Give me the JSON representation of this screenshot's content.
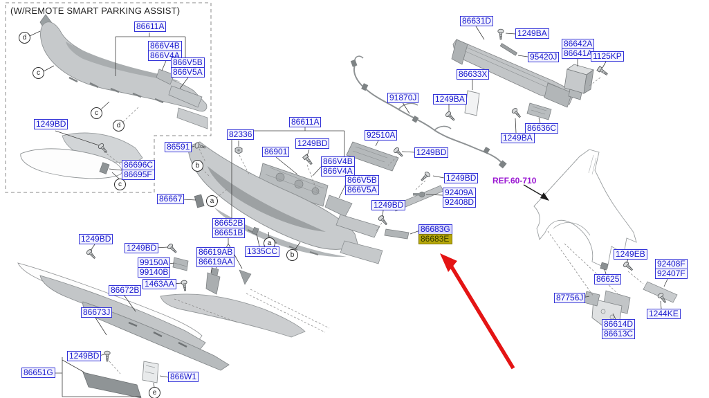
{
  "title": "(W/REMOTE SMART PARKING ASSIST)",
  "ref": {
    "label": "REF.60-710"
  },
  "highlighted_part": "86683E",
  "colors": {
    "label_blue": "#1a1acd",
    "label_fill": "#f4f4fe",
    "highlight_bg": "#b6a70b",
    "ref_purple": "#9a16d2",
    "arrow_red": "#e41414"
  },
  "labels": {
    "inset86611A": "86611A",
    "insetV4B": "866V4B",
    "insetV4A": "866V4A",
    "insetV5B": "866V5B",
    "insetV5A": "866V5A",
    "bd1": "1249BD",
    "c86696C": "86696C",
    "c86695F": "86695F",
    "m86591": "86591",
    "m82336": "82336",
    "m86667": "86667",
    "m86611A": "86611A",
    "bd2": "1249BD",
    "m86901": "86901",
    "m92510A": "92510A",
    "bd3": "1249BD",
    "v4B": "866V4B",
    "v4A": "866V4A",
    "v5B": "866V5B",
    "v5A": "866V5A",
    "bd4": "1249BD",
    "bd5": "1249BD",
    "m92409A": "92409A",
    "m92408D": "92408D",
    "m86683G": "86683G",
    "m86683E": "86683E",
    "m86652B": "86652B",
    "m86651B": "86651B",
    "m1335CC": "1335CC",
    "m86619AB": "86619AB",
    "m86619AA": "86619AA",
    "bd6": "1249BD",
    "bd7": "1249BD",
    "m99150A": "99150A",
    "m99140B": "99140B",
    "m1463AA": "1463AA",
    "m86672B": "86672B",
    "m86673J": "86673J",
    "bd8": "1249BD",
    "m86651G": "86651G",
    "m866W1": "866W1",
    "m86631D": "86631D",
    "ba1": "1249BA",
    "m95420J": "95420J",
    "m86642A": "86642A",
    "m86641A": "86641A",
    "m1125KP": "1125KP",
    "m86633X": "86633X",
    "m91870J": "91870J",
    "ba2": "1249BA",
    "m86636C": "86636C",
    "ba3": "1249BA",
    "m1249EB": "1249EB",
    "m92408F": "92408F",
    "m92407F": "92407F",
    "m86625": "86625",
    "m87756J": "87756J",
    "m1244KE": "1244KE",
    "m86614D": "86614D",
    "m86613C": "86613C"
  },
  "callouts": {
    "c1": "d",
    "c2": "c",
    "c3": "c",
    "c4": "d",
    "c5": "c",
    "c6": "b",
    "c7": "a",
    "c8": "a",
    "c9": "b",
    "c10": "e"
  }
}
